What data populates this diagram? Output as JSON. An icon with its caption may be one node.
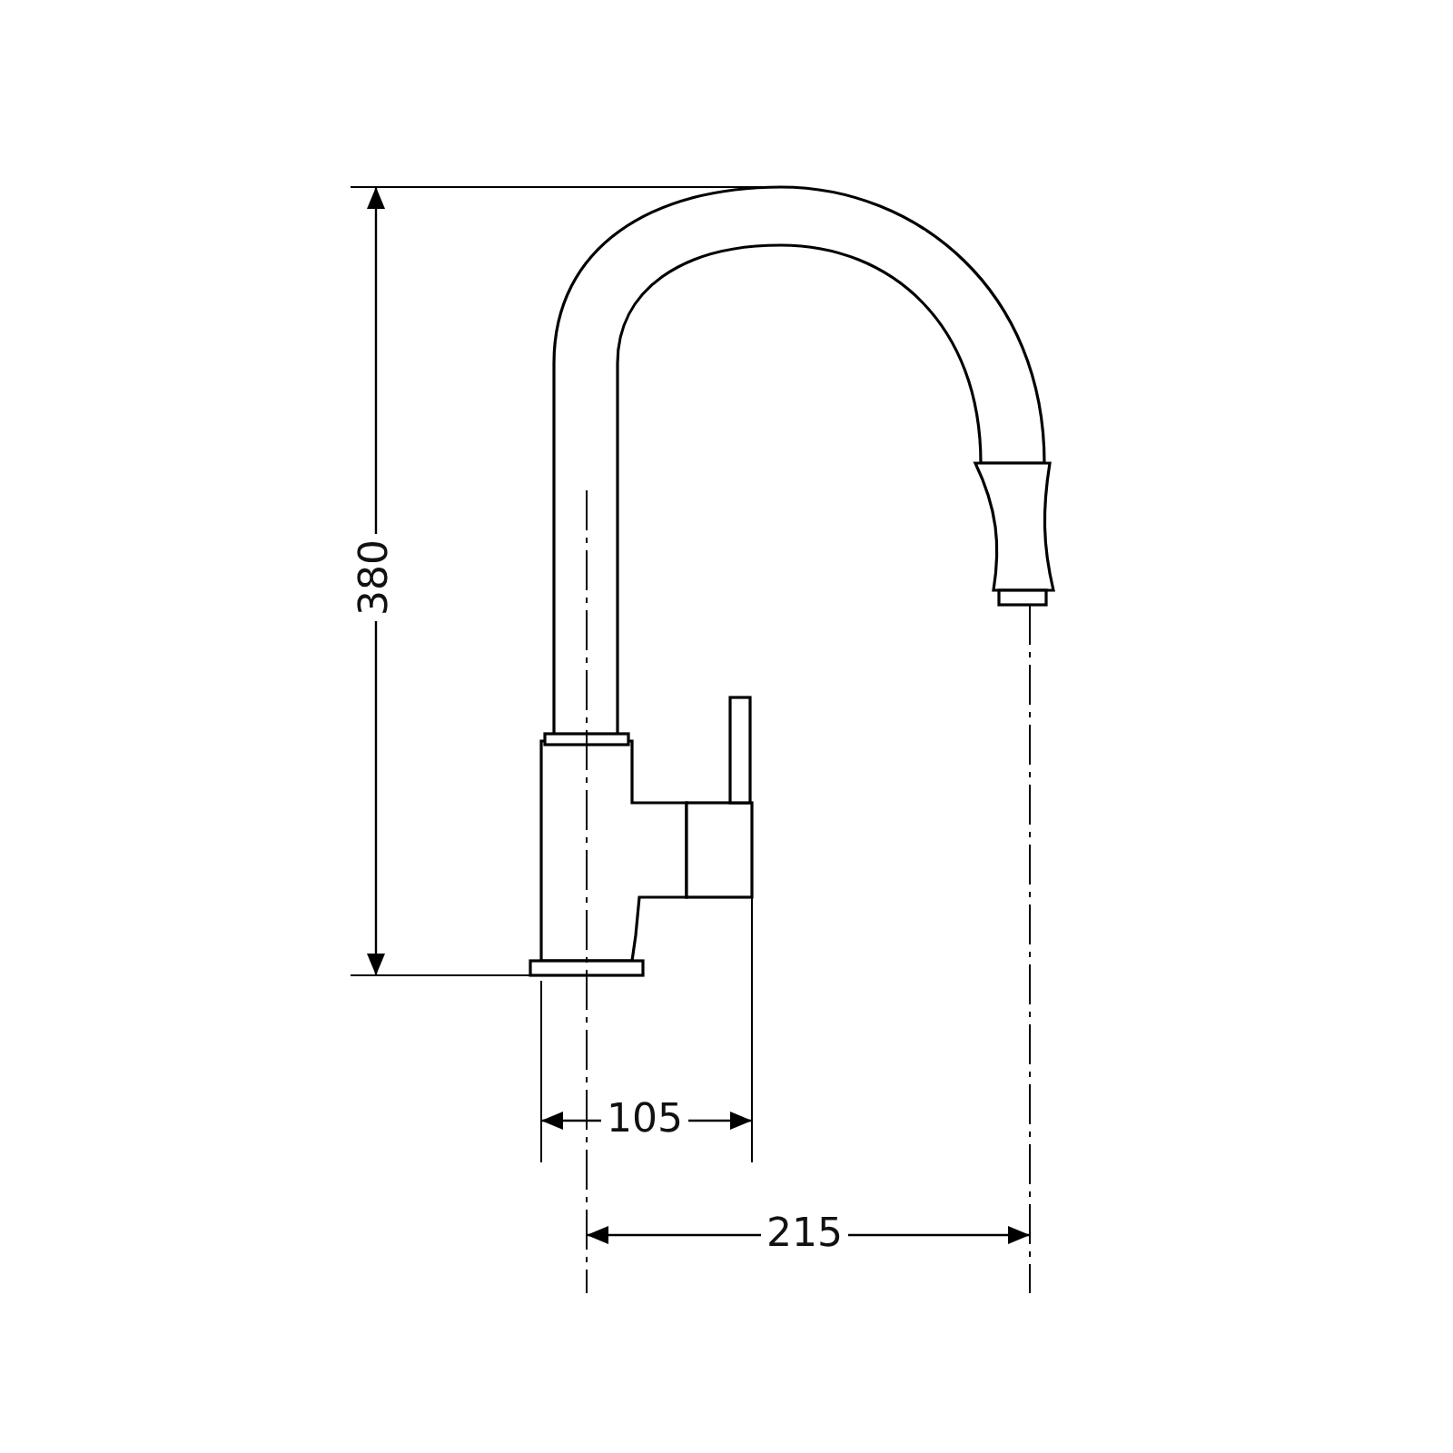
{
  "diagram": {
    "labels": [
      "380",
      "105",
      "215"
    ]
  }
}
